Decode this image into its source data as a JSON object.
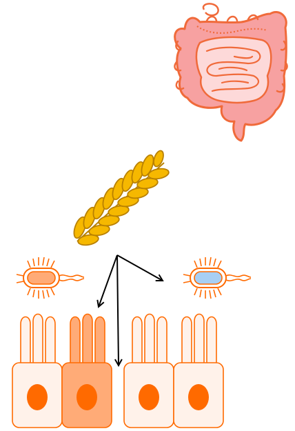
{
  "colors": {
    "intestine_fill": "#f7a1a1",
    "intestine_outline": "#f06a3a",
    "intestine_highlight": "#fdd9d9",
    "wheat_fill": "#f6b800",
    "wheat_outline": "#b88000",
    "bacterium_outline": "#ff6a00",
    "bacterium_body_left": "#ffab77",
    "bacterium_body_right": "#a7cff5",
    "cell_fill": "#fff2ea",
    "cell_fill_active": "#ffab77",
    "cell_outline": "#ff6a00",
    "nucleus": "#ff6a00",
    "arrow": "#000000"
  },
  "icons": [
    "intestine-icon",
    "wheat-ear-icon",
    "bacterium-icon",
    "epithelial-cell-icon"
  ],
  "arrows": [
    "arrow-to-active-cell",
    "arrow-to-cell-layer",
    "arrow-to-right-bacterium"
  ],
  "epithelium": {
    "cell_count": 4,
    "active_cell_index": 1
  }
}
